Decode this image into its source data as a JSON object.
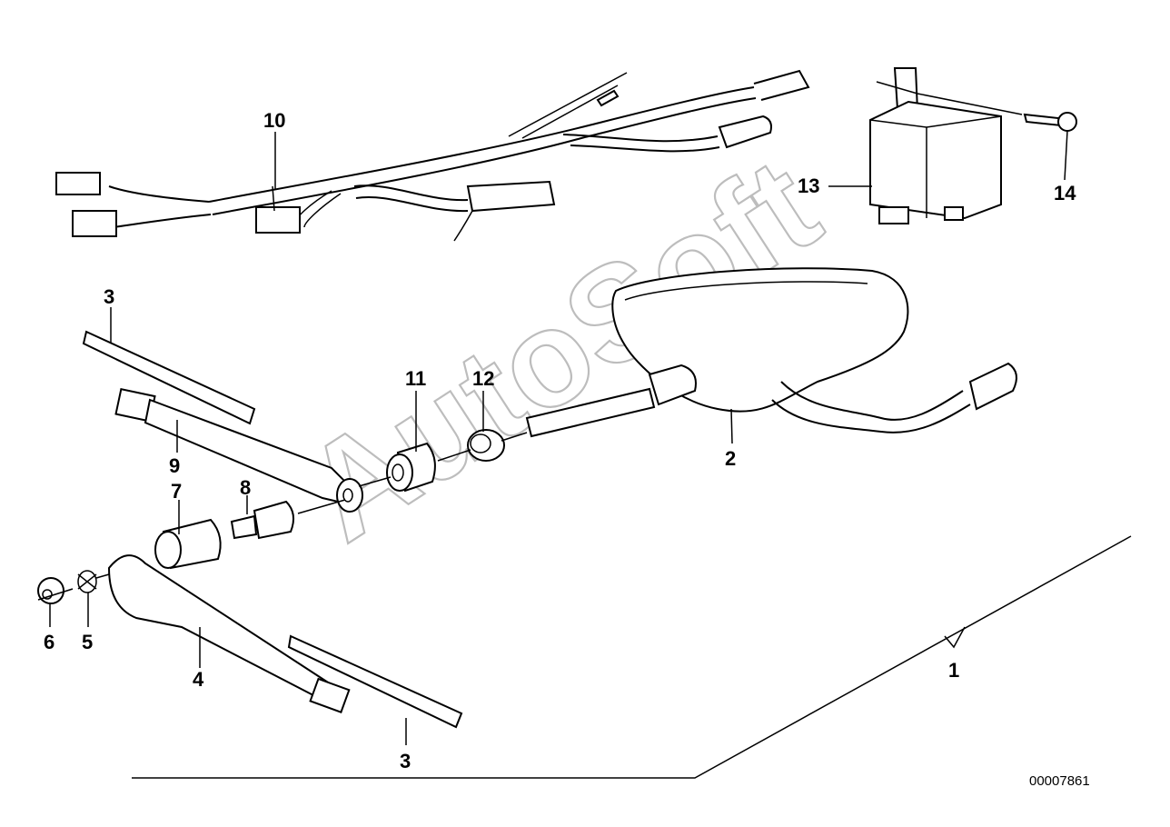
{
  "diagram": {
    "reference_number": "00007861",
    "watermark": "AutoSoft",
    "labels": {
      "l1": "1",
      "l2": "2",
      "l3a": "3",
      "l3b": "3",
      "l4": "4",
      "l5": "5",
      "l6": "6",
      "l7": "7",
      "l8": "8",
      "l9": "9",
      "l10": "10",
      "l11": "11",
      "l12": "12",
      "l13": "13",
      "l14": "14"
    }
  }
}
